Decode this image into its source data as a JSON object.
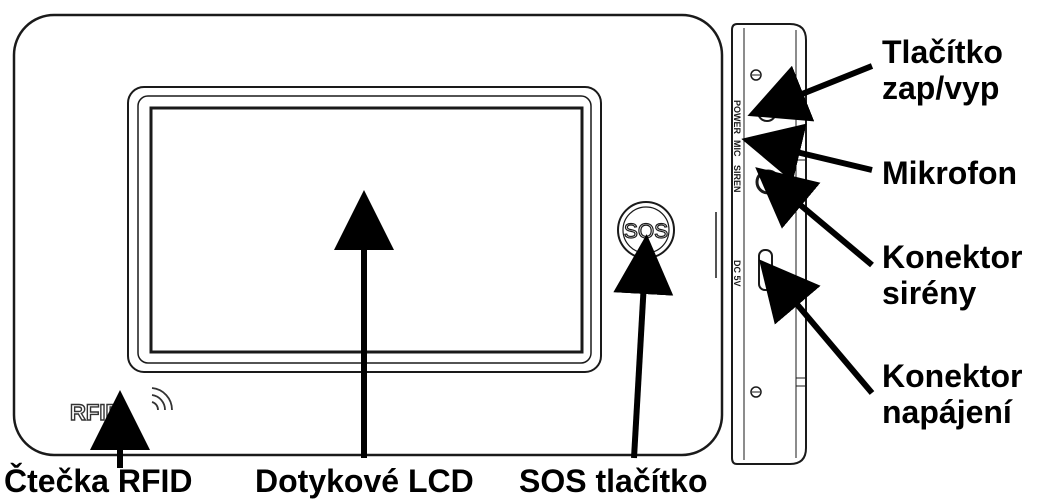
{
  "device": {
    "sos_button_text": "SOS",
    "rfid_logo_text": "RFID",
    "side_labels": {
      "power": "POWER",
      "mic": "MIC",
      "siren": "SIREN",
      "dc": "DC 5V"
    }
  },
  "callouts": {
    "power_button": {
      "line1": "Tlačítko",
      "line2": "zap/vyp"
    },
    "microphone": {
      "line1": "Mikrofon"
    },
    "siren_connector": {
      "line1": "Konektor",
      "line2": "sirény"
    },
    "power_connector": {
      "line1": "Konektor",
      "line2": "napájení"
    },
    "rfid_reader": {
      "line1": "Čtečka RFID"
    },
    "touch_lcd": {
      "line1": "Dotykové LCD"
    },
    "sos_button": {
      "line1": "SOS tlačítko"
    }
  },
  "colors": {
    "outline": "#1a1a1a",
    "background": "#ffffff"
  }
}
